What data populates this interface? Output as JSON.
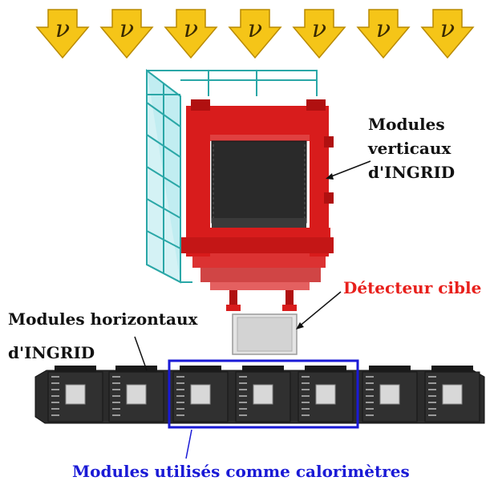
{
  "neutrino_beam": {
    "symbol": "ν",
    "count": 7,
    "arrow_color": "#f5c518",
    "arrow_stroke": "#b98a00",
    "symbol_color": "#3a2a00"
  },
  "labels": {
    "vertical_modules": [
      "Modules",
      "verticaux",
      "d'INGRID"
    ],
    "target_detector": "Détecteur cible",
    "horizontal_modules": [
      "Modules horizontaux",
      "d'INGRID"
    ],
    "calorimeter_modules": "Modules utilisés comme calorimètres"
  },
  "colors": {
    "label_text": "#111111",
    "target_label": "#e8201c",
    "calorimeter_label": "#1a1ad6",
    "highlight_box": "#1a1ad6",
    "vertical_frame": "#d81c1c",
    "cage": "#2aa7a7",
    "module_body": "#222222"
  }
}
